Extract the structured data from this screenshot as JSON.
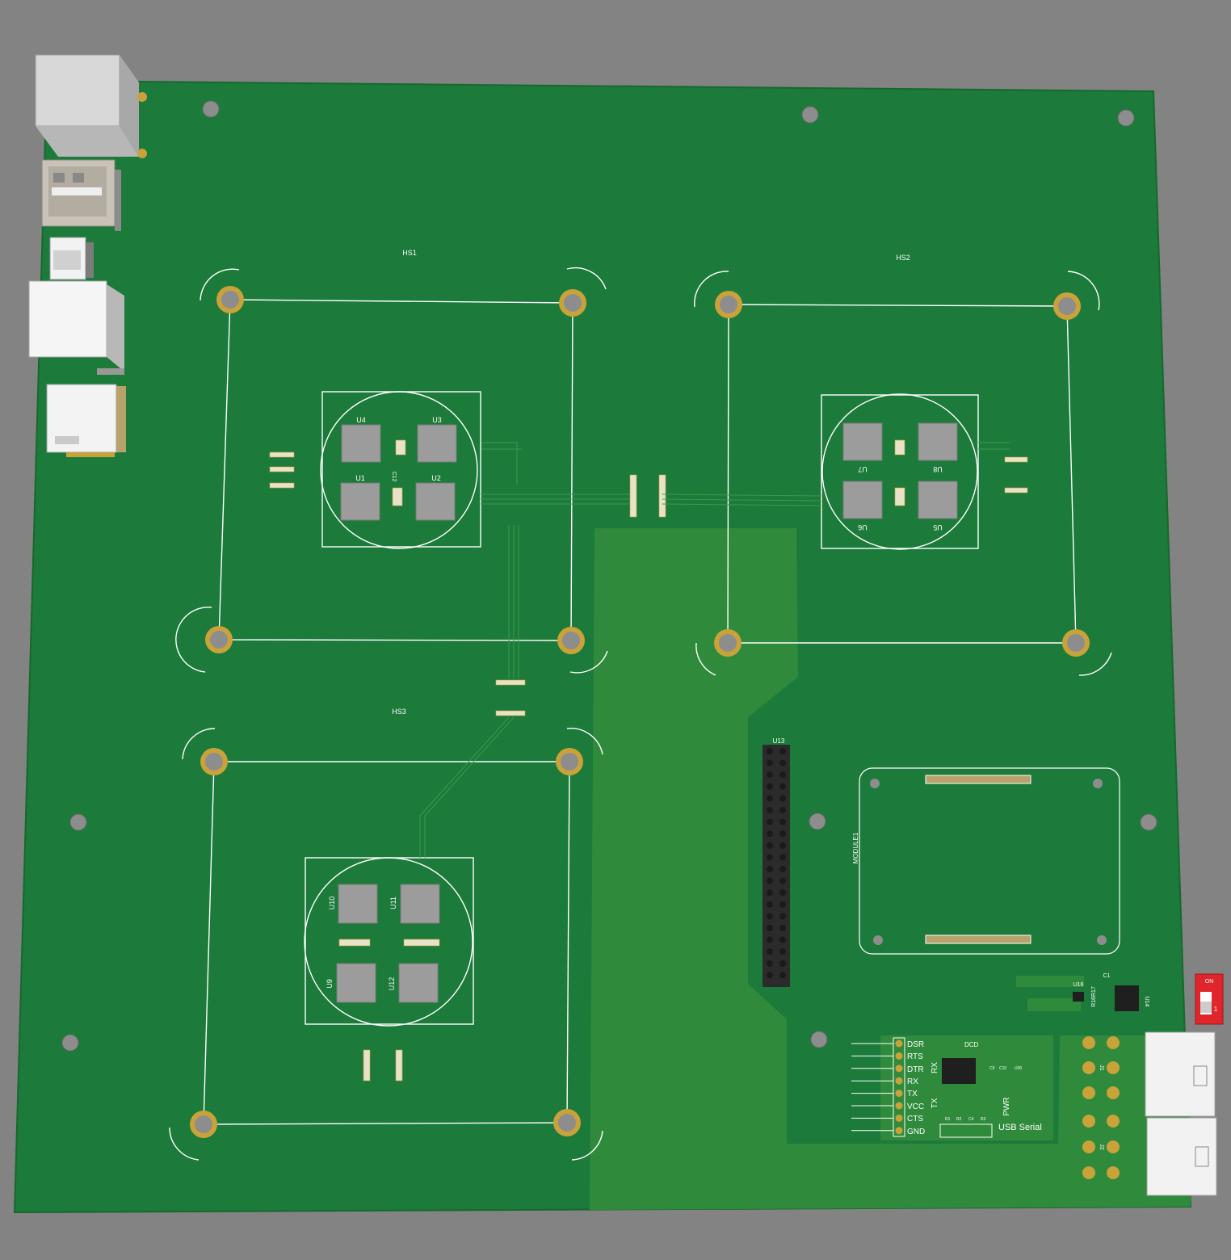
{
  "colors": {
    "background": "#838383",
    "board": "#1c7a3a",
    "board_edge": "#17682f",
    "pour": "#2f8a3c",
    "silkscreen": "#ffffff",
    "pad_gold": "#c9a23a",
    "hole": "#8d8d8d",
    "chip": "#9c9c9c",
    "dip_switch": "#e0262c"
  },
  "labels": {
    "hs1": "HS1",
    "hs2": "HS2",
    "hs3": "HS3",
    "u1": "U1",
    "u2": "U2",
    "u3": "U3",
    "u4": "U4",
    "u5": "U5",
    "u6": "U6",
    "u7": "U7",
    "u8": "U8",
    "u9": "U9",
    "u10": "U10",
    "u11": "U11",
    "u12": "U12",
    "u13": "U13",
    "u14": "U14",
    "u16": "U16",
    "c1": "C1",
    "c12": "C12",
    "r16r17": "R16R17",
    "module1": "MODULE1",
    "j1": "J1",
    "j2": "J2"
  },
  "usb_serial": {
    "pins": [
      "DSR",
      "RTS",
      "DTR",
      "RX",
      "TX",
      "VCC",
      "CTS",
      "GND"
    ],
    "rx_led": "RX",
    "tx_led": "TX",
    "pwr_led": "PWR",
    "dcd": "DCD",
    "title": "USB Serial",
    "passives_top": [
      "C9",
      "C10",
      "U30"
    ],
    "passives_bottom": [
      "R1",
      "R2",
      "C4",
      "R3"
    ]
  },
  "dip_switch": {
    "on": "ON",
    "position": "1"
  },
  "icons": [
    "ethernet-jack",
    "usb-a-port",
    "hdmi-port",
    "dual-usb-port",
    "micro-sd-slot"
  ]
}
